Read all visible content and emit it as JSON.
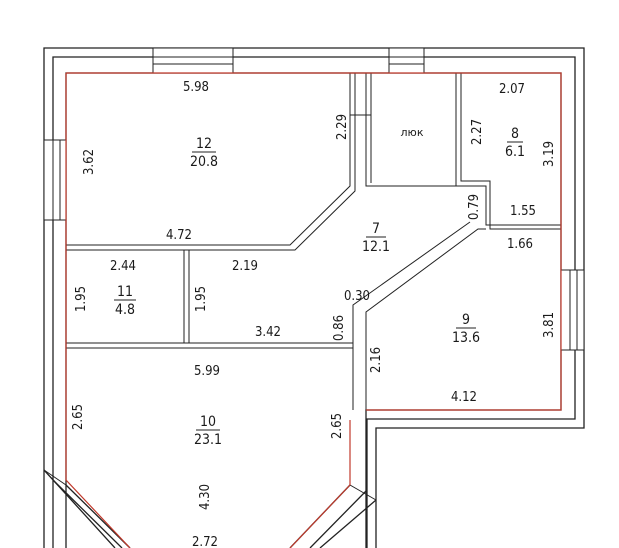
{
  "plan": {
    "hatch_label": "люк",
    "rooms": [
      {
        "number": "12",
        "area": "20.8"
      },
      {
        "number": "8",
        "area": "6.1"
      },
      {
        "number": "7",
        "area": "12.1"
      },
      {
        "number": "11",
        "area": "4.8"
      },
      {
        "number": "9",
        "area": "13.6"
      },
      {
        "number": "10",
        "area": "23.1"
      }
    ],
    "dimensions": {
      "r12_top": "5.98",
      "r12_left": "3.62",
      "r12_right": "2.29",
      "r12_bottom": "4.72",
      "r8_top": "2.07",
      "r8_left": "2.27",
      "r8_right": "3.19",
      "r7_wall": "0.79",
      "r8_bottom": "1.55",
      "r9_top": "1.66",
      "r11_top": "2.44",
      "r7_top": "2.19",
      "r11_left": "1.95",
      "r11_right": "1.95",
      "r7_corner": "0.30",
      "r7_bottom": "3.42",
      "r7_right": "0.86",
      "r9_right": "3.81",
      "r9_left": "2.16",
      "r10_top": "5.99",
      "r9_bottom": "4.12",
      "r10_left": "2.65",
      "r10_right": "2.65",
      "r10_height": "4.30",
      "r10_bottom": "2.72"
    }
  }
}
